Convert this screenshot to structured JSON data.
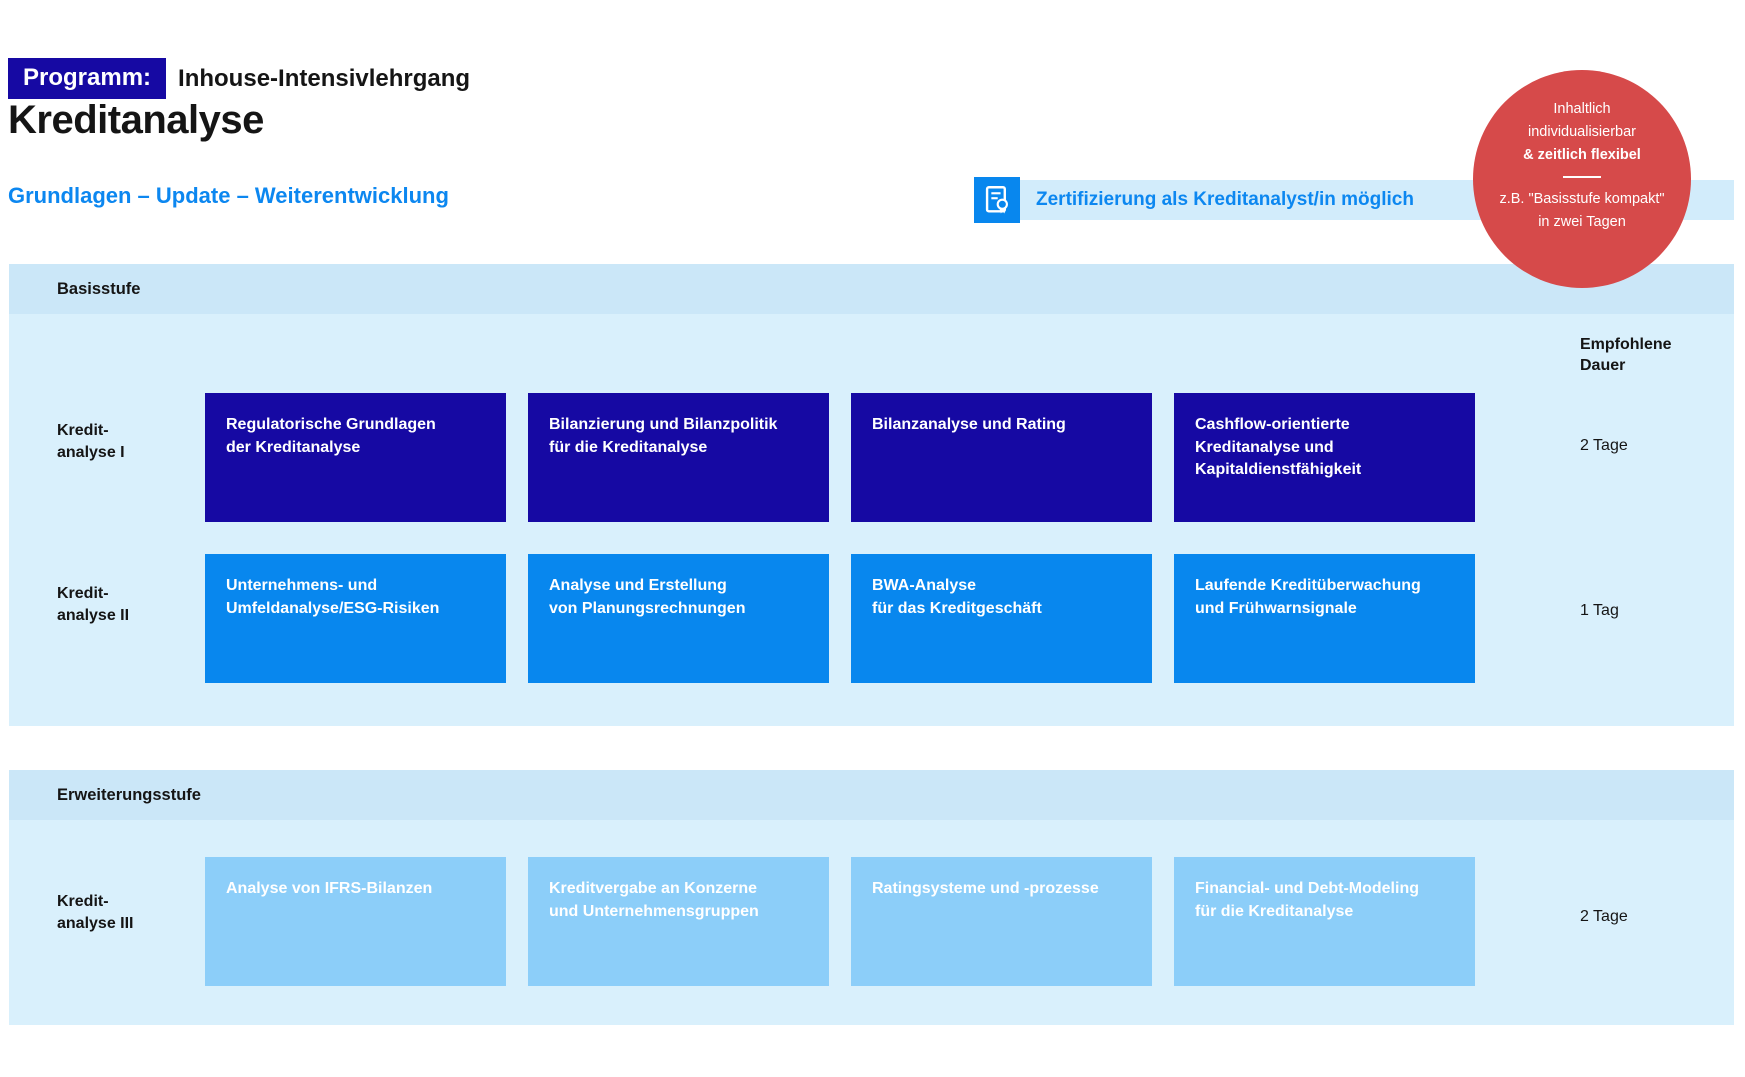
{
  "header": {
    "program_label": "Programm:",
    "program_type": "Inhouse-Intensivlehrgang",
    "title": "Kreditanalyse",
    "subtitle": "Grundlagen – Update – Weiterentwicklung"
  },
  "certification_bar": {
    "icon": "certificate-icon",
    "text": "Zertifizierung als Kreditanalyst/in möglich"
  },
  "flex_badge": {
    "line1": "Inhaltlich",
    "line2": "individualisierbar",
    "line3": "& zeitlich flexibel",
    "line4": "z.B. \"Basisstufe kompakt\"",
    "line5": "in zwei Tagen"
  },
  "duration_column": {
    "header": "Empfohlene\nDauer"
  },
  "sections": [
    {
      "title": "Basisstufe",
      "rows": [
        {
          "label": "Kredit-\nanalyse I",
          "duration": "2 Tage",
          "modules": [
            {
              "text": "Regulatorische Grundlagen\nder Kreditanalyse"
            },
            {
              "text": "Bilanzierung und Bilanzpolitik\nfür die Kreditanalyse"
            },
            {
              "text": "Bilanzanalyse und Rating"
            },
            {
              "text": "Cashflow-orientierte\nKreditanalyse und\nKapitaldienstfähigkeit"
            }
          ]
        },
        {
          "label": "Kredit-\nanalyse II",
          "duration": "1 Tag",
          "modules": [
            {
              "text": "Unternehmens- und\nUmfeldanalyse/ESG-Risiken"
            },
            {
              "text": "Analyse und Erstellung\nvon Planungsrechnungen"
            },
            {
              "text": "BWA-Analyse\nfür das Kreditgeschäft"
            },
            {
              "text": "Laufende Kreditüberwachung\nund Frühwarnsignale"
            }
          ]
        }
      ]
    },
    {
      "title": "Erweiterungsstufe",
      "rows": [
        {
          "label": "Kredit-\nanalyse III",
          "duration": "2 Tage",
          "modules": [
            {
              "text": "Analyse von IFRS-Bilanzen"
            },
            {
              "text": "Kreditvergabe an Konzerne\nund Unternehmensgruppen"
            },
            {
              "text": "Ratingsysteme und -prozesse"
            },
            {
              "text": "Financial- und Debt-Modeling\nfür die Kreditanalyse"
            }
          ]
        }
      ]
    }
  ],
  "colors": {
    "navy": "#1609a3",
    "azure": "#0887ee",
    "sky": "#8ccef9",
    "section_band": "#cbe7f8",
    "section_panel": "#d9f0fc",
    "cert_bar_bg": "#d2ecfb",
    "red_badge": "#d64a4a",
    "blue_text": "#0c87f0"
  }
}
